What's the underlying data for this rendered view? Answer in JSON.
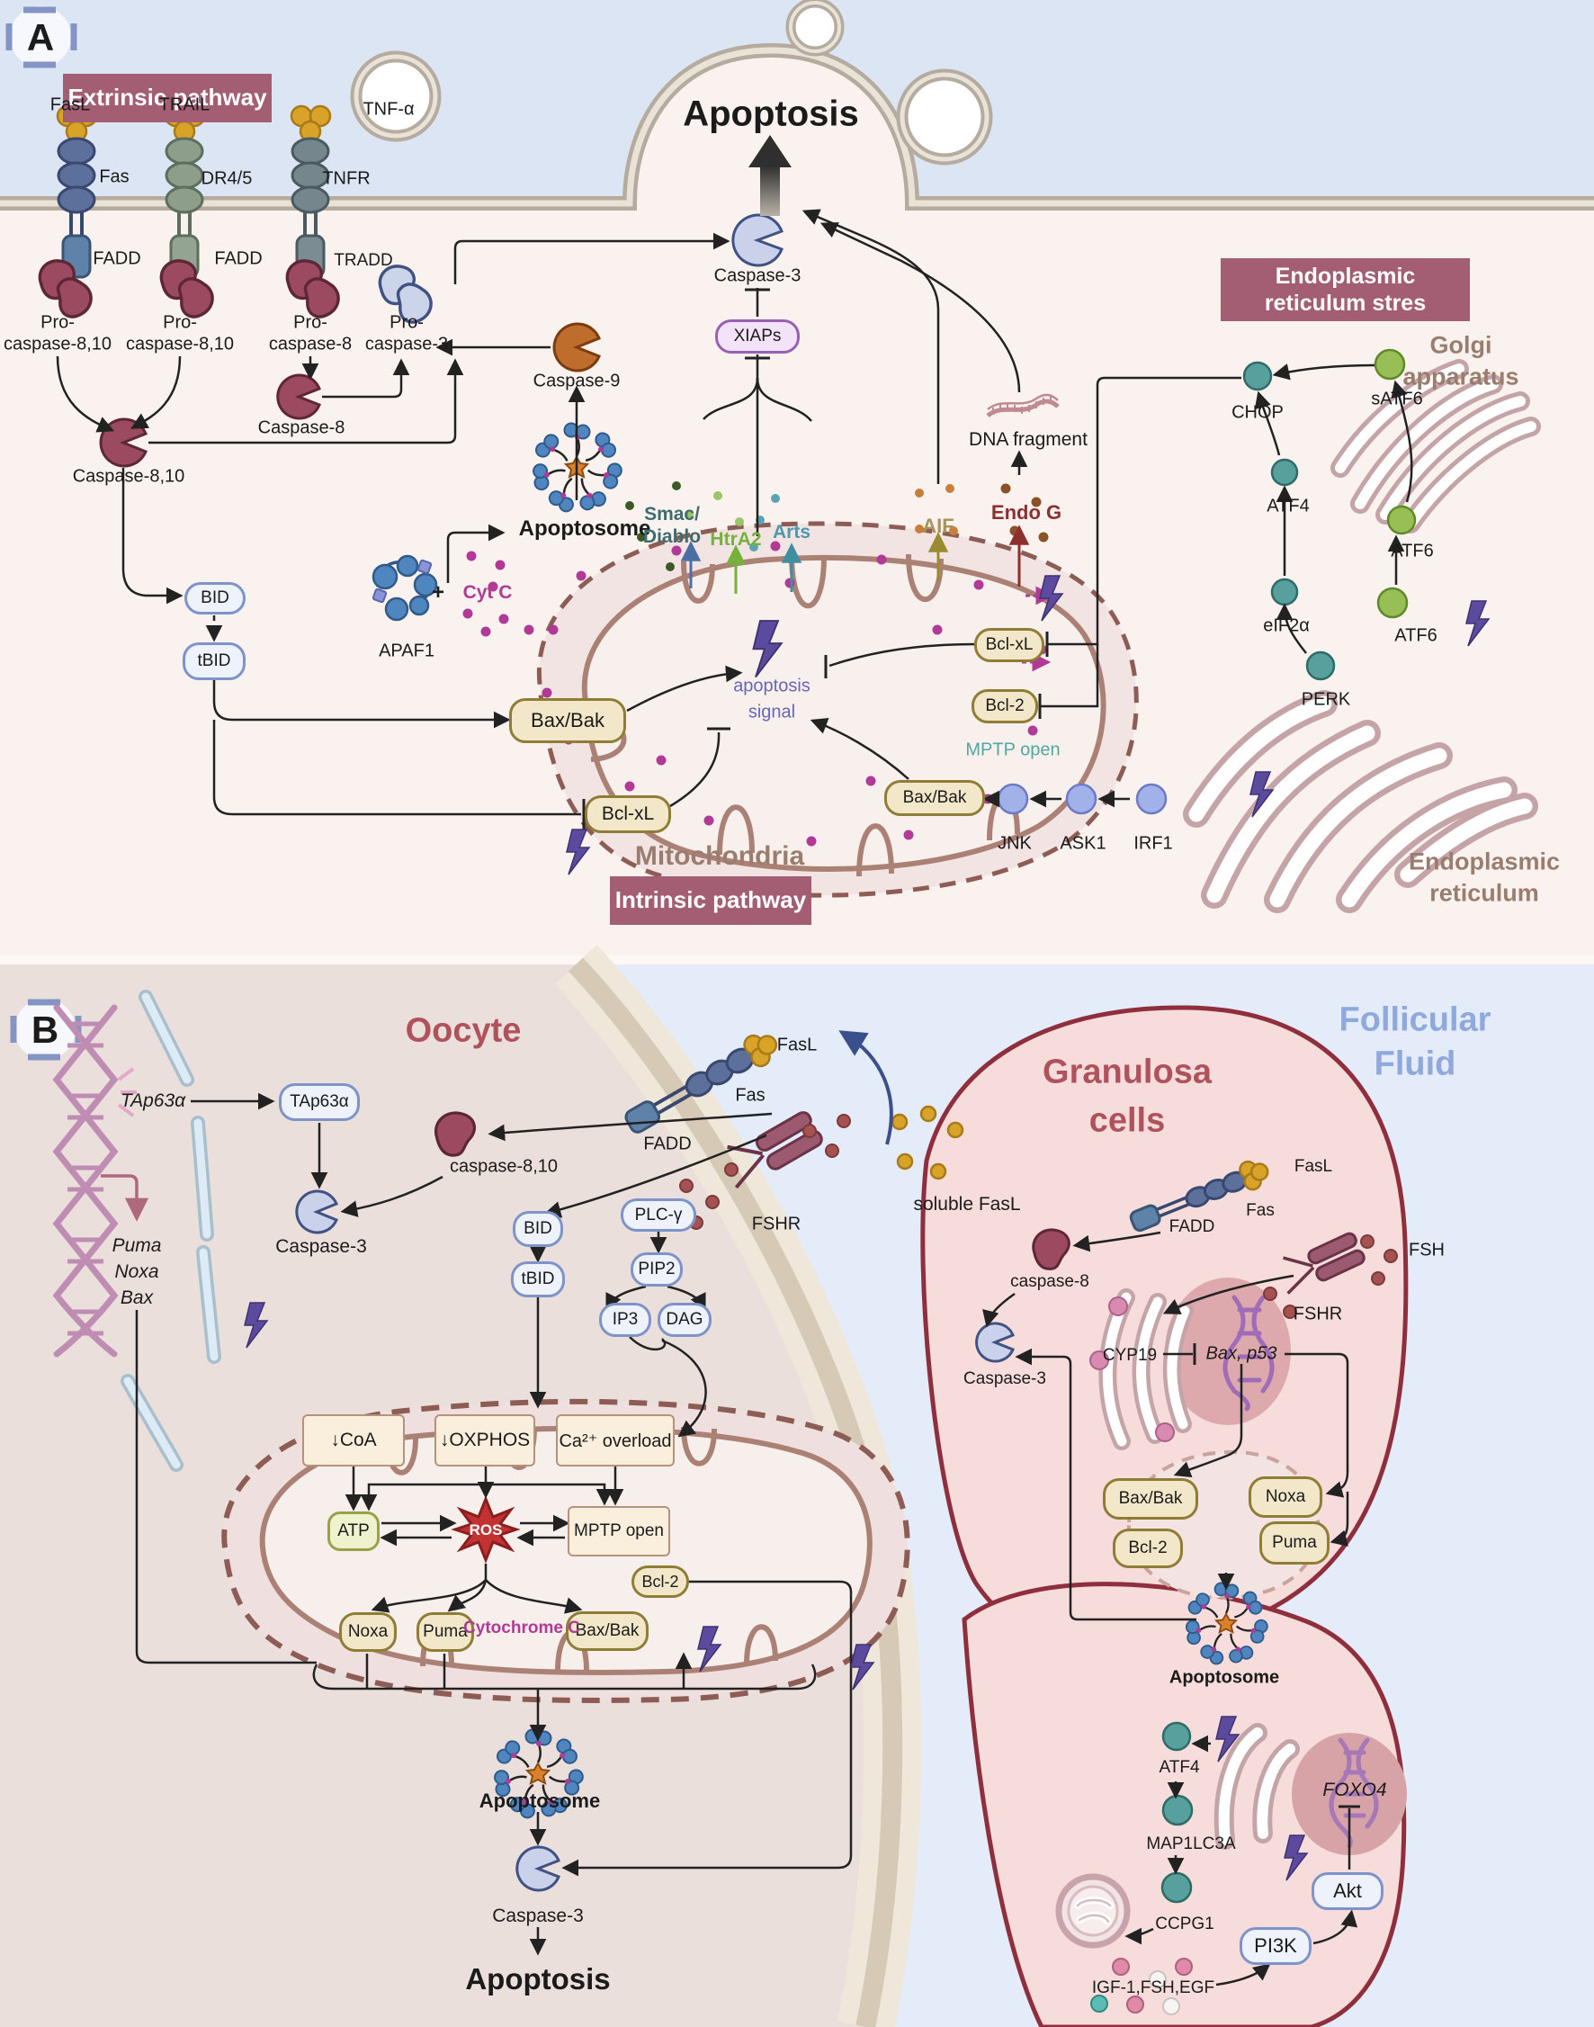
{
  "a": {
    "tag": "A",
    "banner_extrinsic": "Extrinsic pathway",
    "banner_intrinsic": "Intrinsic pathway",
    "banner_er1": "Endoplasmic",
    "banner_er2": "reticulum stres",
    "apoptosis": "Apoptosis",
    "fasl": "FasL",
    "trail": "TRAIL",
    "tnfa": "TNF-α",
    "fas": "Fas",
    "dr45": "DR4/5",
    "tnfr": "TNFR",
    "fadd1": "FADD",
    "fadd2": "FADD",
    "tradd": "TRADD",
    "pro1a": "Pro-",
    "pro1b": "caspase-8,10",
    "pro2a": "Pro-",
    "pro2b": "caspase-8,10",
    "pro3a": "Pro-",
    "pro3b": "caspase-8",
    "pro4a": "Pro-",
    "pro4b": "caspase-3",
    "casp8": "Caspase-8",
    "casp810": "Caspase-8,10",
    "casp9": "Caspase-9",
    "casp3": "Caspase-3",
    "bid": "BID",
    "tbid": "tBID",
    "apaf1": "APAF1",
    "plus": "+",
    "cytc": "Cyt C",
    "apoptosome": "Apoptosome",
    "xiaps": "XIAPs",
    "smac1": "Smac/",
    "smac2": "Diablo",
    "htra2": "HtrA2",
    "arts": "Arts",
    "aif": "AIF",
    "endog": "Endo G",
    "dna_fragment": "DNA fragment",
    "baxbak_left": "Bax/Bak",
    "bclxl_left": "Bcl-xL",
    "bclxl_right": "Bcl-xL",
    "bcl2": "Bcl-2",
    "baxbak_bottom": "Bax/Bak",
    "signal1": "apoptosis",
    "signal2": "signal",
    "mptp": "MPTP open",
    "mitochondria": "Mitochondria",
    "jnk": "JNK",
    "ask1": "ASK1",
    "irf1": "IRF1",
    "perk": "PERK",
    "eif2a": "eIF2α",
    "atf4": "ATF4",
    "chop": "CHOP",
    "satf6": "sATF6",
    "atf6_top": "ATF6",
    "atf6_bottom": "ATF6",
    "golgi1": "Golgi",
    "golgi2": "apparatus",
    "er1": "Endoplasmic",
    "er2": "reticulum"
  },
  "b": {
    "tag": "B",
    "oocyte": "Oocyte",
    "foll1": "Follicular",
    "foll2": "Fluid",
    "gran1": "Granulosa",
    "gran2": "cells",
    "tap63_gene": "TAp63α",
    "tap63_box": "TAp63α",
    "puma": "Puma",
    "noxa": "Noxa",
    "bax": "Bax",
    "casp810": "caspase-8,10",
    "casp3_oocyte": "Caspase-3",
    "fasl": "FasL",
    "fas": "Fas",
    "fadd": "FADD",
    "fshr": "FSHR",
    "soluble_fasl": "soluble FasL",
    "bid": "BID",
    "tbid": "tBID",
    "plcg": "PLC-γ",
    "pip2": "PIP2",
    "ip3": "IP3",
    "dag": "DAG",
    "coa": "↓CoA",
    "oxphos": "↓OXPHOS",
    "ca_overload": "Ca²⁺ overload",
    "atp": "ATP",
    "ros": "ROS",
    "mptp": "MPTP open",
    "bcl2": "Bcl-2",
    "noxa_box": "Noxa",
    "puma_box": "Puma",
    "cytc": "Cytochrome C",
    "baxbak": "Bax/Bak",
    "apoptosome": "Apoptosome",
    "casp3_bottom": "Caspase-3",
    "apoptosis": "Apoptosis",
    "g_fasl": "FasL",
    "g_fas": "Fas",
    "g_fadd": "FADD",
    "g_fsh": "FSH",
    "g_fshr": "FSHR",
    "g_casp8": "caspase-8",
    "g_casp3": "Caspase-3",
    "g_cyp19": "CYP19",
    "g_baxp53": "Bax, p53",
    "g_baxbak": "Bax/Bak",
    "g_bcl2": "Bcl-2",
    "g_noxa": "Noxa",
    "g_puma": "Puma",
    "g_apoptosome": "Apoptosome",
    "g_atf4": "ATF4",
    "g_map1lc3a": "MAP1LC3A",
    "g_ccpg1": "CCPG1",
    "g_foxo4": "FOXO4",
    "g_akt": "Akt",
    "g_pi3k": "PI3K",
    "g_igf": "IGF-1,FSH,EGF"
  },
  "colors": {
    "banner": "#a35e74",
    "membrane": "#b5ab9e",
    "fluid": "#e3ecf8",
    "oocyte_bg": "#ebdfdc",
    "granulosa_border": "#8f2f3d",
    "magenta": "#b03a96",
    "bolt": "#5c4a9e",
    "mito_border": "#8d5c55"
  }
}
